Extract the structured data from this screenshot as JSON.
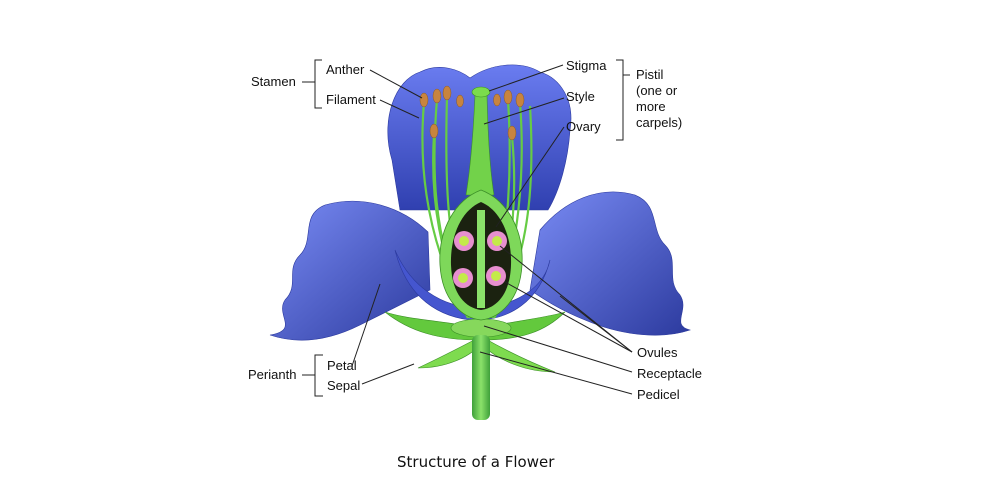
{
  "caption": "Structure of a Flower",
  "labels": {
    "stamen": "Stamen",
    "anther": "Anther",
    "filament": "Filament",
    "stigma": "Stigma",
    "style": "Style",
    "ovary": "Ovary",
    "pistil": "Pistil",
    "pistil_note_1": "(one or",
    "pistil_note_2": "more",
    "pistil_note_3": "carpels)",
    "perianth": "Perianth",
    "petal": "Petal",
    "sepal": "Sepal",
    "ovules": "Ovules",
    "receptacle": "Receptacle",
    "pedicel": "Pedicel"
  },
  "colors": {
    "petal": "#4a5fd6",
    "petal_dark": "#2f3fa8",
    "stem": "#5ec24a",
    "sepal": "#6fcf3f",
    "anther": "#c8843f",
    "ovule": "#e78fcf"
  }
}
